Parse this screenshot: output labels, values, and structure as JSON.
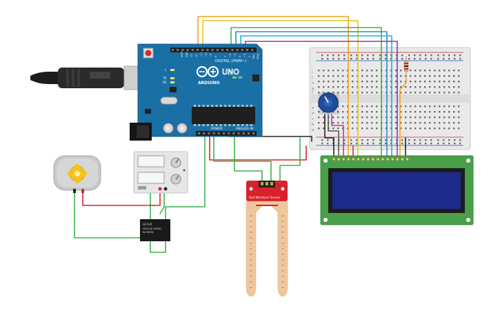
{
  "arduino": {
    "brand": "ARDUINO",
    "model": "UNO",
    "digital_header": "DIGITAL (PWM~)",
    "power_header": "POWER",
    "analog_header": "ANALOG IN",
    "pin_aref": "AREF",
    "pin_gnd": "GND",
    "pin_13": "13",
    "pin_12": "12",
    "pin_11": "~11",
    "pin_10": "~10",
    "pin_9": "~9",
    "pin_8": "8",
    "pin_7": "7",
    "pin_6": "~6",
    "pin_5": "~5",
    "pin_4": "4",
    "pin_3": "~3",
    "pin_2": "2",
    "pin_tx": "TX▸1",
    "pin_rx": "RX◂0",
    "led_l": "L",
    "led_tx": "TX",
    "led_rx": "RX",
    "on_label": "ON"
  },
  "sensor": {
    "title": "Soil Moisture Sensor"
  },
  "relay": {
    "line1": "LU-5-R",
    "line2": "5VDC 6A 240VAC",
    "line3": "6A 30VDC"
  },
  "breadboard": {
    "row_letters_top": [
      "j",
      "i",
      "h",
      "g",
      "f"
    ],
    "row_letters_bottom": [
      "e",
      "d",
      "c",
      "b",
      "a"
    ]
  },
  "colors": {
    "arduino_blue": "#1a6fa5",
    "pcb_green": "#4aa04a",
    "lcd_screen": "#1d2c8a",
    "sensor_red": "#d7222b",
    "wire_green": "#3bb34a",
    "wire_red": "#d9232b",
    "wire_orange": "#f5a21b",
    "wire_yellow": "#e6c619",
    "wire_blue": "#2a8bd8",
    "wire_cyan": "#1ab6c5",
    "wire_purple": "#8a3aa8",
    "wire_black": "#222222",
    "wire_pink": "#d4308e"
  }
}
